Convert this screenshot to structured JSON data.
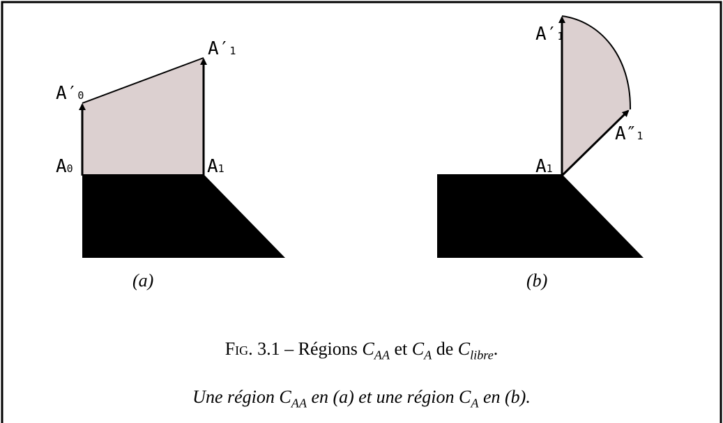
{
  "diagram_a": {
    "labels": {
      "a0": "A",
      "a0_sub": "0",
      "a0p": "A′",
      "a0p_sub": "0",
      "a1": "A",
      "a1_sub": "1",
      "a1p": "A′",
      "a1p_sub": "1"
    },
    "caption": "(a)"
  },
  "diagram_b": {
    "labels": {
      "a1": "A",
      "a1_sub": "1",
      "a1p": "A′",
      "a1p_sub": "1",
      "a1pp": "A″",
      "a1pp_sub": "1"
    },
    "caption": "(b)"
  },
  "caption": {
    "fig_label": "Fig. 3.1",
    "dash": " – Régions ",
    "c1": "C",
    "c1_sub": "AA",
    "et": " et ",
    "c2": "C",
    "c2_sub": "A",
    "de": " de ",
    "c3": "C",
    "c3_sub": "libre",
    "end": "."
  },
  "subcaption": {
    "part1": "Une région ",
    "c1": "C",
    "c1_sub": "AA",
    "part2": " en (a) et une région ",
    "c2": "C",
    "c2_sub": "A",
    "part3": " en (b)."
  },
  "colors": {
    "region_fill": "#dcd0d0",
    "obstacle_fill": "#000000",
    "frame": "#000000"
  }
}
